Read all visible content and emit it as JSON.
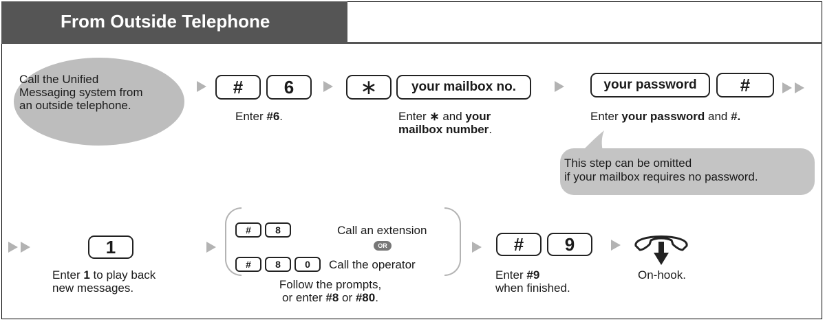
{
  "title": "From Outside Telephone",
  "step1": {
    "call_text": [
      "Call the Unified",
      "Messaging system from",
      "an outside telephone."
    ]
  },
  "step2": {
    "keys": [
      "#",
      "6"
    ],
    "caption_pre": "Enter ",
    "caption_bold": "#6",
    "caption_post": "."
  },
  "step3": {
    "star_key": "∗",
    "mailbox_key": "your mailbox no.",
    "caption_pre": "Enter ",
    "caption_star": "∗",
    "caption_mid": " and ",
    "caption_bold1": "your",
    "caption_bold2": "mailbox number",
    "caption_post": "."
  },
  "step4": {
    "password_key": "your password",
    "hash_key": "#",
    "caption_pre": "Enter ",
    "caption_bold": "your password",
    "caption_mid": " and ",
    "caption_bold2": "#.",
    "note_line1": "This step can be omitted",
    "note_line2": "if your mailbox requires no password."
  },
  "step5": {
    "key": "1",
    "caption_pre": "Enter ",
    "caption_bold": "1",
    "caption_post": " to play back",
    "caption_line2": "new messages."
  },
  "step6": {
    "option1_keys": [
      "#",
      "8"
    ],
    "option1_label": "Call an extension",
    "or_label": "OR",
    "option2_keys": [
      "#",
      "8",
      "0"
    ],
    "option2_label": "Call the operator",
    "caption_line1": "Follow the prompts,",
    "caption_pre": "or enter ",
    "caption_bold1": "#8",
    "caption_mid": " or ",
    "caption_bold2": "#80",
    "caption_post": "."
  },
  "step7": {
    "keys": [
      "#",
      "9"
    ],
    "caption_pre": "Enter ",
    "caption_bold": "#9",
    "caption_line2": "when finished."
  },
  "step8": {
    "caption": "On-hook.",
    "icon": "handset-down-icon"
  }
}
